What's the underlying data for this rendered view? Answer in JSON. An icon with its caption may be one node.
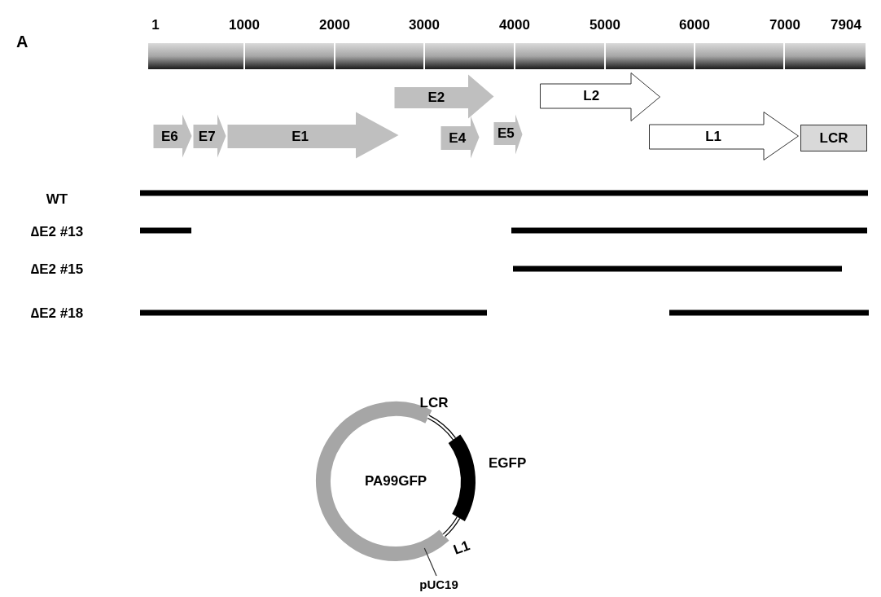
{
  "diagram": {
    "nodes": [
      {
        "text": [
          "E6"
        ]
      },
      {
        "text": [
          "E7"
        ]
      },
      {
        "text": [
          "E1"
        ]
      },
      {
        "text": [
          "E2"
        ]
      },
      {
        "text": [
          "E4"
        ]
      },
      {
        "text": [
          "E5"
        ]
      },
      {
        "text": [
          "L2"
        ]
      },
      {
        "text": [
          "L1"
        ]
      },
      {
        "text": [
          "LCR"
        ]
      },
      {
        "text": [
          "PA99GFP"
        ]
      },
      {
        "text": [
          "pUC19"
        ]
      }
    ],
    "edges": [
      {
        "from": 10,
        "to": 9,
        "arrow": "none"
      }
    ],
    "labels": [
      "A",
      "1",
      "1000",
      "2000",
      "3000",
      "4000",
      "5000",
      "6000",
      "7000",
      "7904",
      "WT",
      "∆E2 #13",
      "∆E2 #15",
      "∆E2 #18",
      "LCR",
      "EGFP",
      "L1"
    ]
  }
}
